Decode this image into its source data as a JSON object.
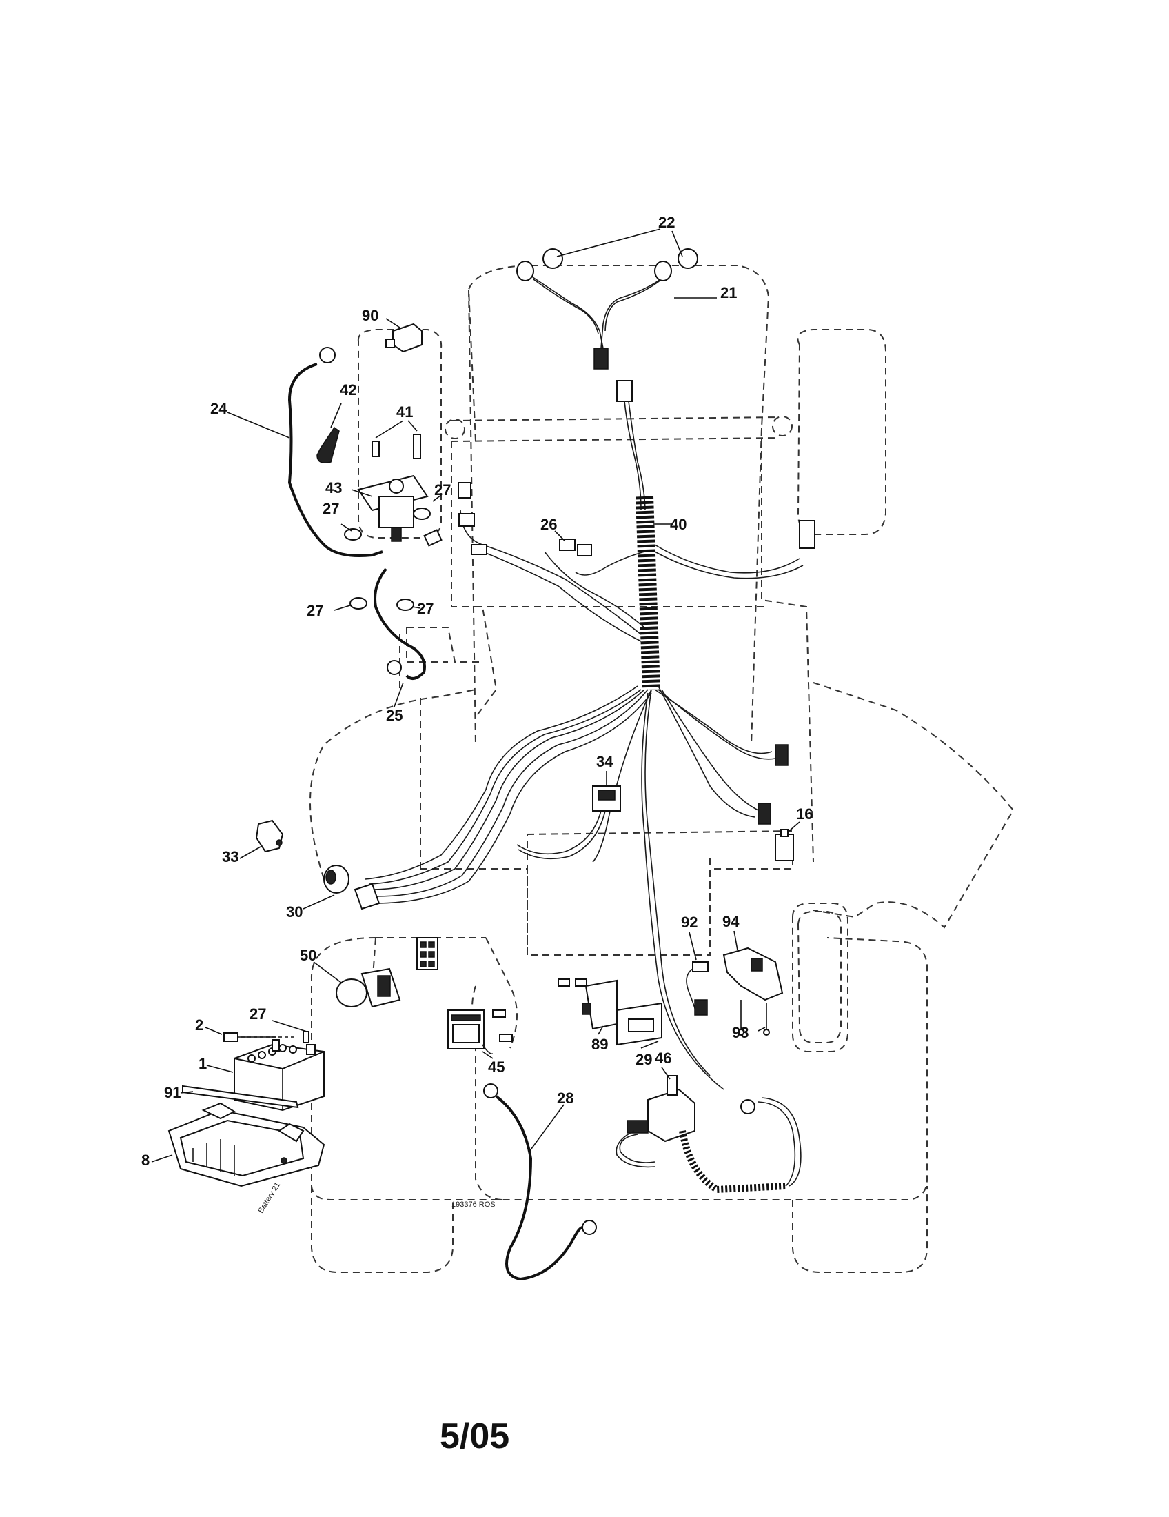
{
  "diagram": {
    "footer": "5/05",
    "drawing_id": "193376 ROS",
    "battery_label": "Battery 21",
    "callouts": [
      {
        "id": "c22",
        "text": "22"
      },
      {
        "id": "c21",
        "text": "21"
      },
      {
        "id": "c90",
        "text": "90"
      },
      {
        "id": "c24",
        "text": "24"
      },
      {
        "id": "c42",
        "text": "42"
      },
      {
        "id": "c41",
        "text": "41"
      },
      {
        "id": "c43",
        "text": "43"
      },
      {
        "id": "c27a",
        "text": "27"
      },
      {
        "id": "c27b",
        "text": "27"
      },
      {
        "id": "c27c",
        "text": "27"
      },
      {
        "id": "c27d",
        "text": "27"
      },
      {
        "id": "c26",
        "text": "26"
      },
      {
        "id": "c40",
        "text": "40"
      },
      {
        "id": "c25",
        "text": "25"
      },
      {
        "id": "c34",
        "text": "34"
      },
      {
        "id": "c16",
        "text": "16"
      },
      {
        "id": "c33",
        "text": "33"
      },
      {
        "id": "c30",
        "text": "30"
      },
      {
        "id": "c94",
        "text": "94"
      },
      {
        "id": "c92",
        "text": "92"
      },
      {
        "id": "c50",
        "text": "50"
      },
      {
        "id": "c27e",
        "text": "27"
      },
      {
        "id": "c2",
        "text": "2"
      },
      {
        "id": "c1",
        "text": "1"
      },
      {
        "id": "c91",
        "text": "91"
      },
      {
        "id": "c8",
        "text": "8"
      },
      {
        "id": "c45",
        "text": "45"
      },
      {
        "id": "c89",
        "text": "89"
      },
      {
        "id": "c29",
        "text": "29"
      },
      {
        "id": "c46",
        "text": "46"
      },
      {
        "id": "c93",
        "text": "93"
      },
      {
        "id": "c28",
        "text": "28"
      }
    ]
  }
}
